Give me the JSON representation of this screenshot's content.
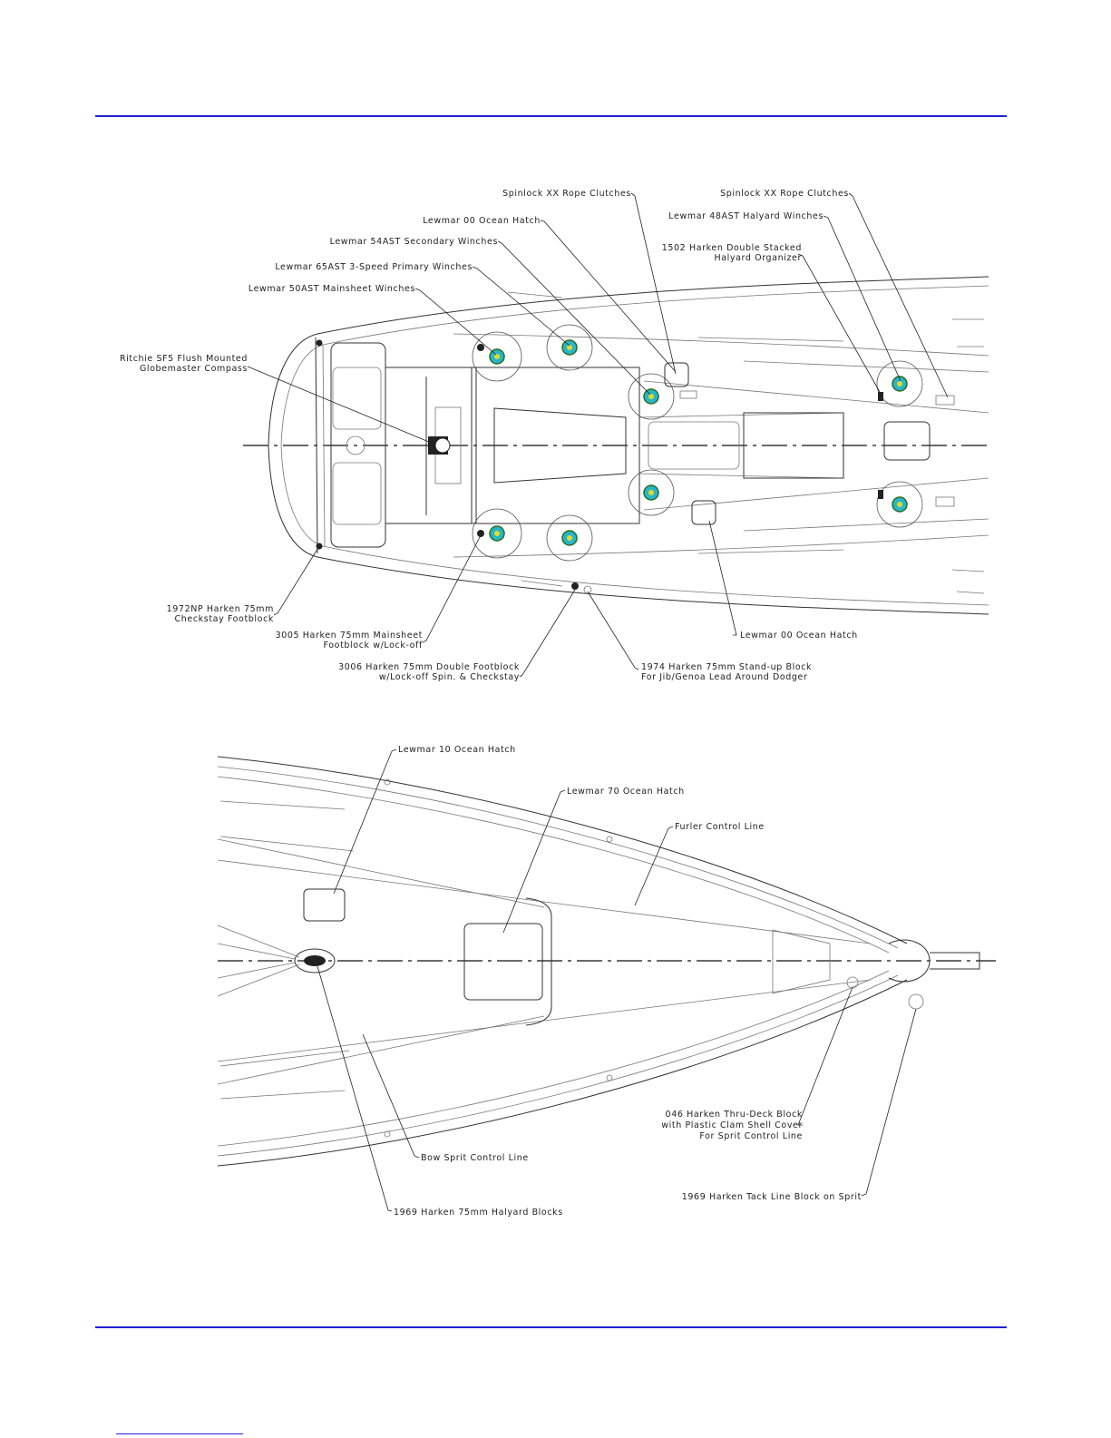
{
  "top_plan": {
    "labels": {
      "spinlock_clutches_1": "Spinlock XX Rope Clutches",
      "spinlock_clutches_2": "Spinlock XX Rope Clutches",
      "lewmar_00_hatch_top": "Lewmar 00 Ocean Hatch",
      "lewmar_48ast": "Lewmar 48AST Halyard Winches",
      "lewmar_54ast": "Lewmar 54AST Secondary Winches",
      "harken_1502_line1": "1502 Harken Double Stacked",
      "harken_1502_line2": "Halyard Organizer",
      "lewmar_65ast": "Lewmar 65AST 3-Speed Primary Winches",
      "lewmar_50ast": "Lewmar 50AST Mainsheet Winches",
      "ritchie_line1": "Ritchie SF5 Flush Mounted",
      "ritchie_line2": "Globemaster Compass",
      "harken_1972np_line1": "1972NP Harken 75mm",
      "harken_1972np_line2": "Checkstay Footblock",
      "harken_3005_line1": "3005 Harken 75mm Mainsheet",
      "harken_3005_line2": "Footblock w/Lock-off",
      "lewmar_00_hatch_bottom": "Lewmar 00 Ocean Hatch",
      "harken_3006_line1": "3006 Harken 75mm Double Footblock",
      "harken_3006_line2": "w/Lock-off Spin. & Checkstay",
      "harken_1974_line1": "1974 Harken 75mm Stand-up Block",
      "harken_1974_line2": "For Jib/Genoa Lead Around Dodger"
    }
  },
  "bow_plan": {
    "labels": {
      "lewmar_10_hatch": "Lewmar 10 Ocean Hatch",
      "lewmar_70_hatch": "Lewmar 70 Ocean Hatch",
      "furler_line": "Furler Control Line",
      "harken_046_line1": "046 Harken Thru-Deck Block",
      "harken_046_line2": "with Plastic Clam Shell Cover",
      "harken_046_line3": "For Sprit Control Line",
      "bow_sprit_line": "Bow Sprit Control Line",
      "harken_1969_tack": "1969 Harken Tack Line Block on Sprit",
      "harken_1969_halyard": "1969 Harken 75mm Halyard Blocks"
    }
  },
  "colors": {
    "rule": "#1f1fd8",
    "winch_center": "#27b6c9",
    "winch_ring": "#2a6b1f",
    "winch_core": "#e3d92d"
  }
}
